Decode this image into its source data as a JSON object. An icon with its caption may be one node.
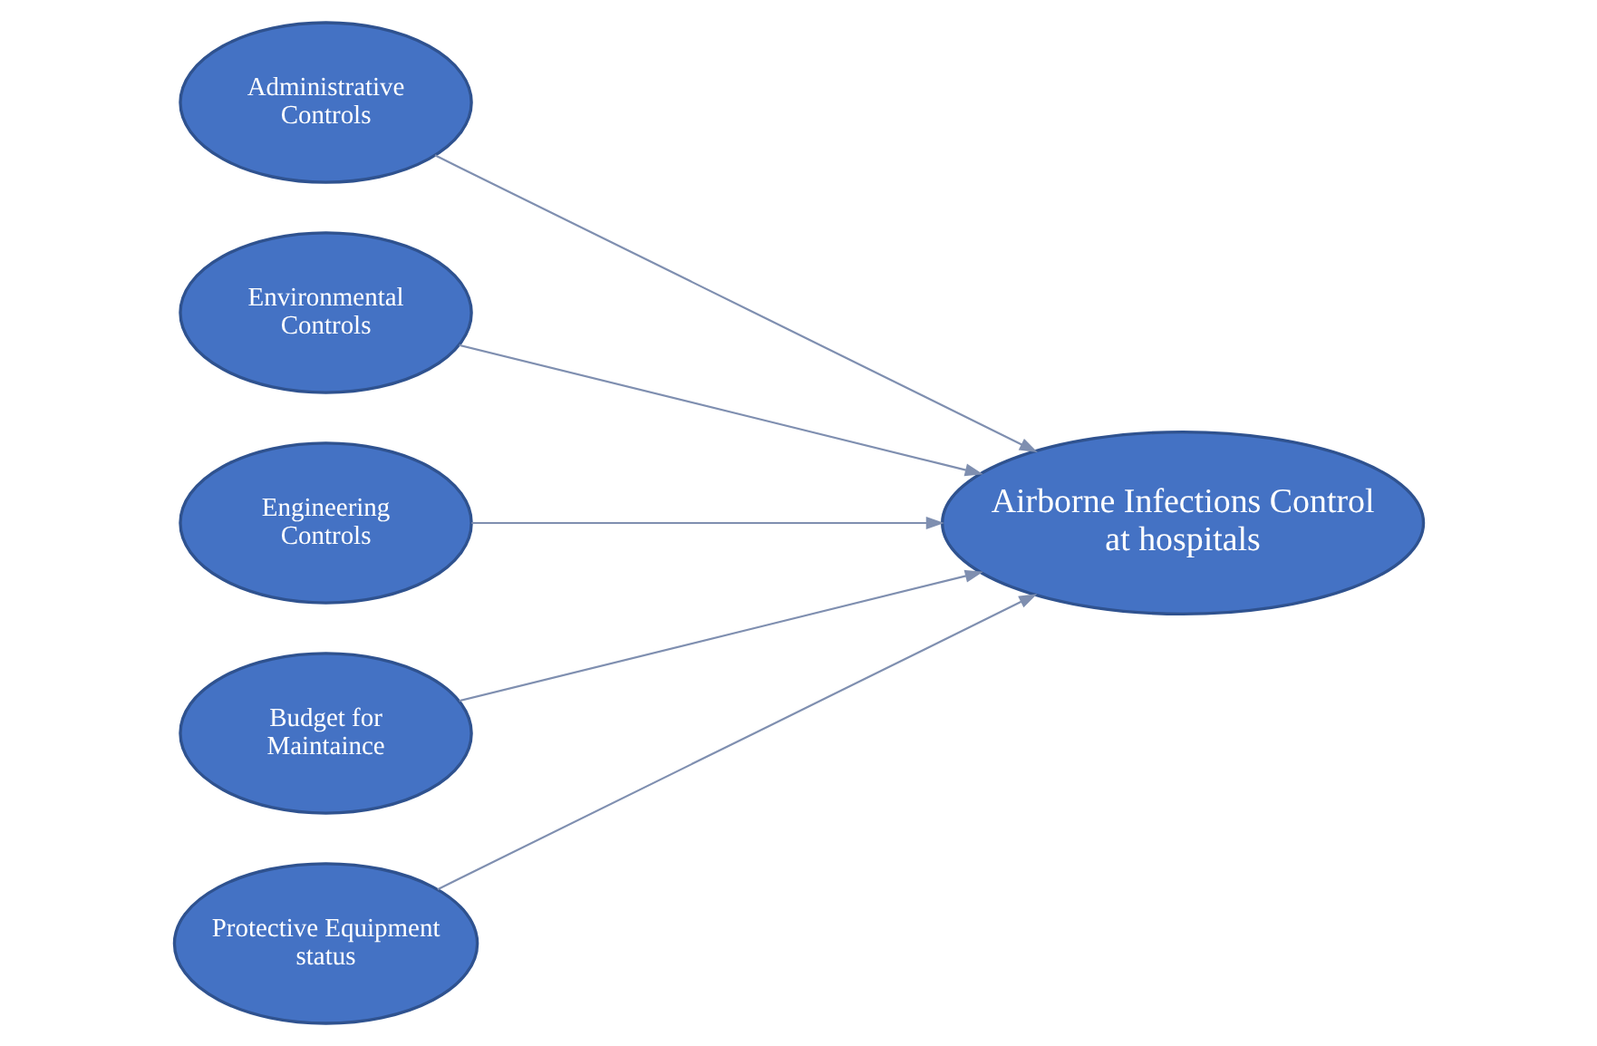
{
  "diagram": {
    "nodes": [
      {
        "text": [
          "Administrative Controls"
        ]
      },
      {
        "text": [
          "Environmental Controls"
        ]
      },
      {
        "text": [
          "Engineering Controls"
        ]
      },
      {
        "text": [
          "Budget for Maintaince"
        ]
      },
      {
        "text": [
          "Protective Equipment status"
        ]
      },
      {
        "text": [
          "Airborne Infections Control at hospitals"
        ]
      }
    ],
    "edges": [
      {
        "from": 0,
        "to": 5,
        "arrow": "to"
      },
      {
        "from": 1,
        "to": 5,
        "arrow": "to"
      },
      {
        "from": 2,
        "to": 5,
        "arrow": "to"
      },
      {
        "from": 3,
        "to": 5,
        "arrow": "to"
      },
      {
        "from": 4,
        "to": 5,
        "arrow": "to"
      }
    ]
  }
}
